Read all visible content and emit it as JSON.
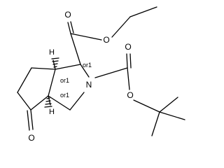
{
  "molecule": {
    "atoms": {
      "O": "O",
      "N": "N",
      "H": "H"
    },
    "stereo_descriptor": "or1"
  }
}
